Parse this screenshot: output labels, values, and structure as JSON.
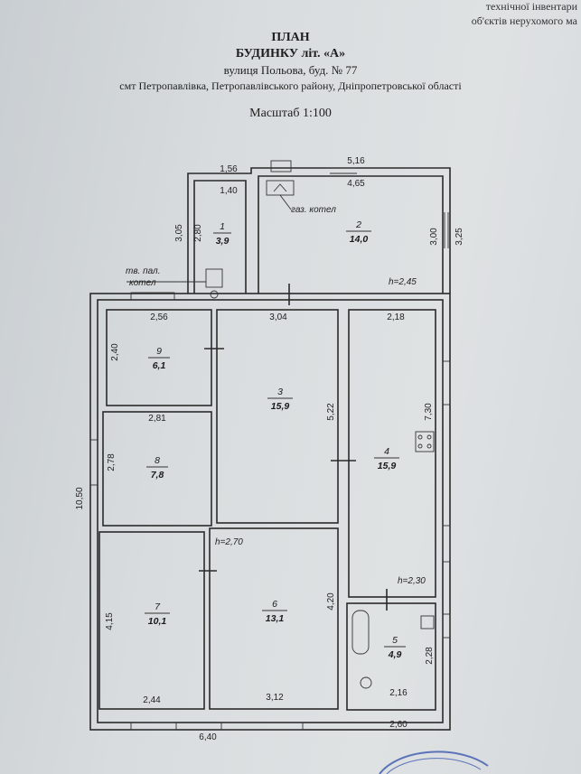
{
  "corner": {
    "line1": "технічної інвентари",
    "line2": "об'єктів нерухомого ма"
  },
  "header": {
    "title": "ПЛАН",
    "subtitle": "БУДИНКУ літ. «А»",
    "street": "вулиця Польова, буд. № 77",
    "locality": "смт Петропавлівка, Петропавлівського району, Дніпропетровської області",
    "scale": "Масштаб 1:100"
  },
  "rooms": {
    "r1": {
      "number": "1",
      "area": "3,9"
    },
    "r2": {
      "number": "2",
      "area": "14,0"
    },
    "r3": {
      "number": "3",
      "area": "15,9"
    },
    "r4": {
      "number": "4",
      "area": "15,9"
    },
    "r5": {
      "number": "5",
      "area": "4,9"
    },
    "r6": {
      "number": "6",
      "area": "13,1"
    },
    "r7": {
      "number": "7",
      "area": "10,1"
    },
    "r8": {
      "number": "8",
      "area": "7,8"
    },
    "r9": {
      "number": "9",
      "area": "6,1"
    }
  },
  "dimensions": {
    "d_1_56": "1,56",
    "d_1_40": "1,40",
    "d_5_16": "5,16",
    "d_4_65": "4,65",
    "d_3_05": "3,05",
    "d_2_80": "2,80",
    "d_3_00": "3,00",
    "d_3_25": "3,25",
    "d_2_56": "2,56",
    "d_3_04": "3,04",
    "d_2_18": "2,18",
    "d_2_40": "2,40",
    "d_5_22": "5,22",
    "d_7_30": "7,30",
    "d_2_81": "2,81",
    "d_2_78": "2,78",
    "d_10_50": "10,50",
    "d_4_15": "4,15",
    "d_4_20": "4,20",
    "d_2_28": "2,28",
    "d_2_44": "2,44",
    "d_3_12": "3,12",
    "d_2_16": "2,16",
    "d_6_40": "6,40",
    "d_2_60": "2,60"
  },
  "notes": {
    "boiler_gas": "газ. котел",
    "boiler_solid_1": "тв. пал.",
    "boiler_solid_2": "котел",
    "h_2_45": "h=2,45",
    "h_2_70": "h=2,70",
    "h_2_30": "h=2,30"
  }
}
